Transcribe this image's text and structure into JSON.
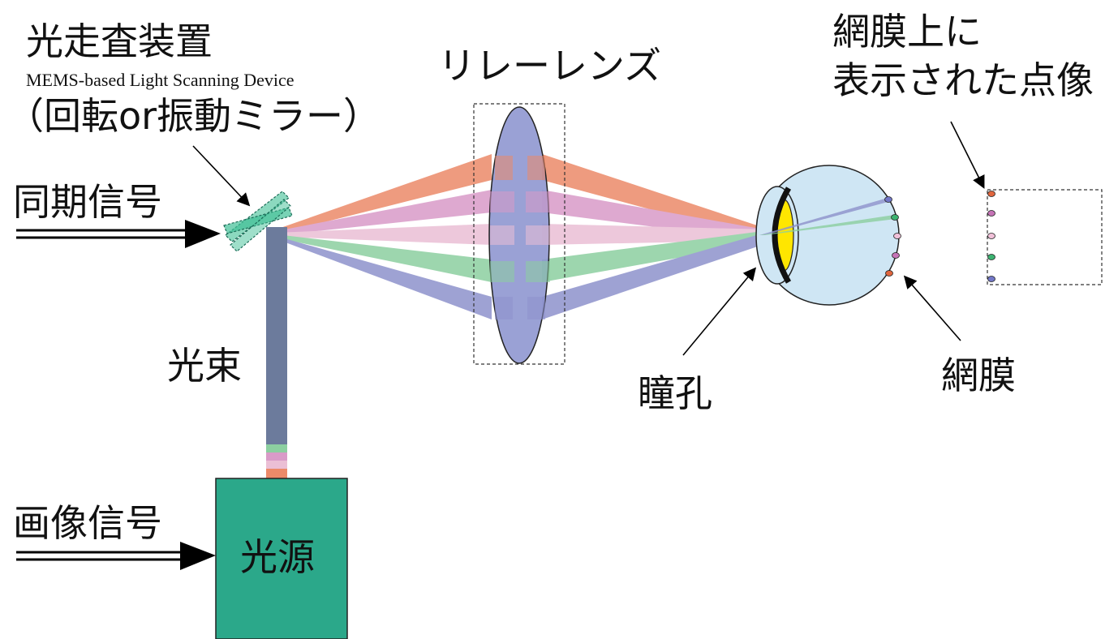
{
  "labels": {
    "scanner_title": "光走査装置",
    "scanner_subtitle": "MEMS-based Light Scanning Device",
    "scanner_note": "（回転or振動ミラー）",
    "sync_signal": "同期信号",
    "image_signal": "画像信号",
    "light_beam": "光束",
    "light_source": "光源",
    "relay_lens": "リレーレンズ",
    "pupil": "瞳孔",
    "retina": "網膜",
    "retina_image_line1": "網膜上に",
    "retina_image_line2": "表示された点像"
  },
  "colors": {
    "source_box": "#2ba88a",
    "lens": "#8f97d0",
    "eye": "#cfe6f4",
    "iris": "#ffe600",
    "beam_orange": "#ec8a69",
    "beam_pink": "#d99bc8",
    "beam_light_pink": "#ebbfd5",
    "beam_green": "#8ccfa0",
    "beam_blue": "#8e92cc"
  }
}
